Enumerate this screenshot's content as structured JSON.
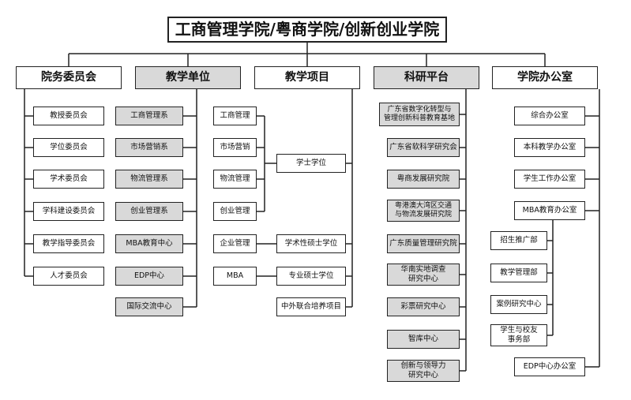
{
  "title": "工商管理学院/粤商学院/创新创业学院",
  "categories": [
    {
      "label": "院务委员会",
      "highlight": false
    },
    {
      "label": "教学单位",
      "highlight": true
    },
    {
      "label": "教学项目",
      "highlight": false
    },
    {
      "label": "科研平台",
      "highlight": true
    },
    {
      "label": "学院办公室",
      "highlight": false
    }
  ],
  "committee": [
    "教授委员会",
    "学位委员会",
    "学术委员会",
    "学科建设委员会",
    "教学指导委员会",
    "人才委员会"
  ],
  "teaching_units": [
    "工商管理系",
    "市场营销系",
    "物流管理系",
    "创业管理系",
    "MBA教育中心",
    "EDP中心",
    "国际交流中心"
  ],
  "teaching_projects": {
    "undergrad_majors": [
      "工商管理",
      "市场营销",
      "物流管理",
      "创业管理"
    ],
    "bachelor": "学士学位",
    "enterprise_mgmt": "企业管理",
    "academic_master": "学术性硕士学位",
    "mba": "MBA",
    "professional_master": "专业硕士学位",
    "joint_program": "中外联合培养项目"
  },
  "research_platforms": [
    "广东省数字化转型与\n管理创新科普教育基地",
    "广东省软科学研究会",
    "粤商发展研究院",
    "粤港澳大湾区交通\n与物流发展研究院",
    "广东质量管理研究院",
    "华南实地调查\n研究中心",
    "彩票研究中心",
    "智库中心",
    "创新与领导力\n研究中心"
  ],
  "office": {
    "items": [
      "综合办公室",
      "本科教学办公室",
      "学生工作办公室",
      "MBA教育办公室"
    ],
    "mba_sub": [
      "招生推广部",
      "教学管理部",
      "案例研究中心",
      "学生与校友\n事务部"
    ],
    "edp": "EDP中心办公室"
  }
}
